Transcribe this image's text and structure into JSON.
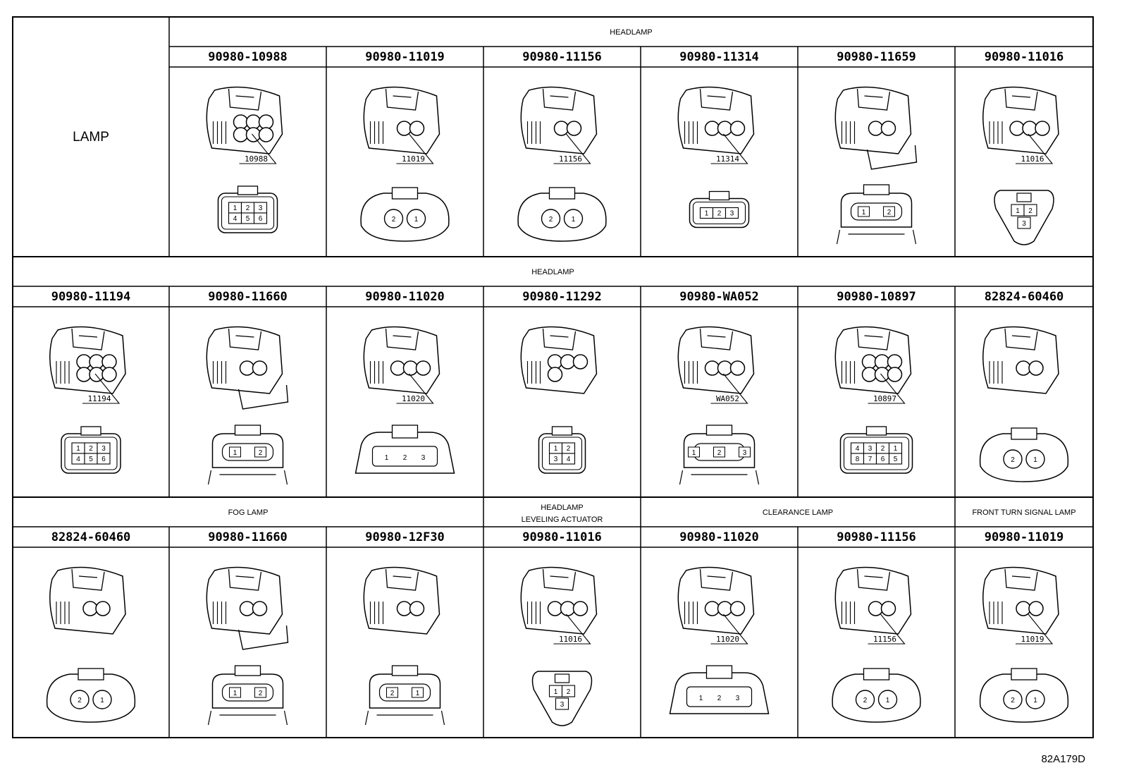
{
  "title": "LAMP",
  "figure_code": "82A179D",
  "groups": [
    {
      "label": "HEADLAMP"
    },
    {
      "label": "HEADLAMP"
    },
    {
      "label": "FOG LAMP"
    },
    {
      "label": "HEADLAMP LEVELING ACTUATOR",
      "lines": [
        "HEADLAMP",
        "LEVELING ACTUATOR"
      ]
    },
    {
      "label": "CLEARANCE LAMP"
    },
    {
      "label": "FRONT TURN SIGNAL LAMP"
    }
  ],
  "connectors": [
    {
      "part": "90980-10988",
      "label": "10988",
      "pins": [
        "1",
        "2",
        "3",
        "4",
        "5",
        "6"
      ]
    },
    {
      "part": "90980-11019",
      "label": "11019",
      "pins": [
        "2",
        "1"
      ]
    },
    {
      "part": "90980-11156",
      "label": "11156",
      "pins": [
        "2",
        "1"
      ]
    },
    {
      "part": "90980-11314",
      "label": "11314",
      "pins": [
        "1",
        "2",
        "3"
      ]
    },
    {
      "part": "90980-11659",
      "label": "",
      "pins": [
        "1",
        "2"
      ]
    },
    {
      "part": "90980-11016",
      "label": "11016",
      "pins": [
        "1",
        "2",
        "3"
      ]
    },
    {
      "part": "90980-11194",
      "label": "11194",
      "pins": [
        "1",
        "2",
        "3",
        "4",
        "5",
        "6"
      ]
    },
    {
      "part": "90980-11660",
      "label": "",
      "pins": [
        "1",
        "2"
      ]
    },
    {
      "part": "90980-11020",
      "label": "11020",
      "pins": [
        "1",
        "2",
        "3"
      ]
    },
    {
      "part": "90980-11292",
      "label": "",
      "pins": [
        "1",
        "2",
        "3",
        "4"
      ]
    },
    {
      "part": "90980-WA052",
      "label": "WA052",
      "pins": [
        "1",
        "2",
        "3"
      ]
    },
    {
      "part": "90980-10897",
      "label": "10897",
      "pins": [
        "4",
        "3",
        "2",
        "1",
        "8",
        "7",
        "6",
        "5"
      ]
    },
    {
      "part": "82824-60460",
      "label": "",
      "pins": [
        "2",
        "1"
      ]
    },
    {
      "part": "82824-60460",
      "label": "",
      "pins": [
        "2",
        "1"
      ]
    },
    {
      "part": "90980-11660",
      "label": "",
      "pins": [
        "1",
        "2"
      ]
    },
    {
      "part": "90980-12F30",
      "label": "",
      "pins": [
        "2",
        "1"
      ]
    },
    {
      "part": "90980-11016",
      "label": "11016",
      "pins": [
        "1",
        "2",
        "3"
      ]
    },
    {
      "part": "90980-11020",
      "label": "11020",
      "pins": [
        "1",
        "2",
        "3"
      ]
    },
    {
      "part": "90980-11156",
      "label": "11156",
      "pins": [
        "2",
        "1"
      ]
    },
    {
      "part": "90980-11019",
      "label": "11019",
      "pins": [
        "2",
        "1"
      ]
    }
  ]
}
